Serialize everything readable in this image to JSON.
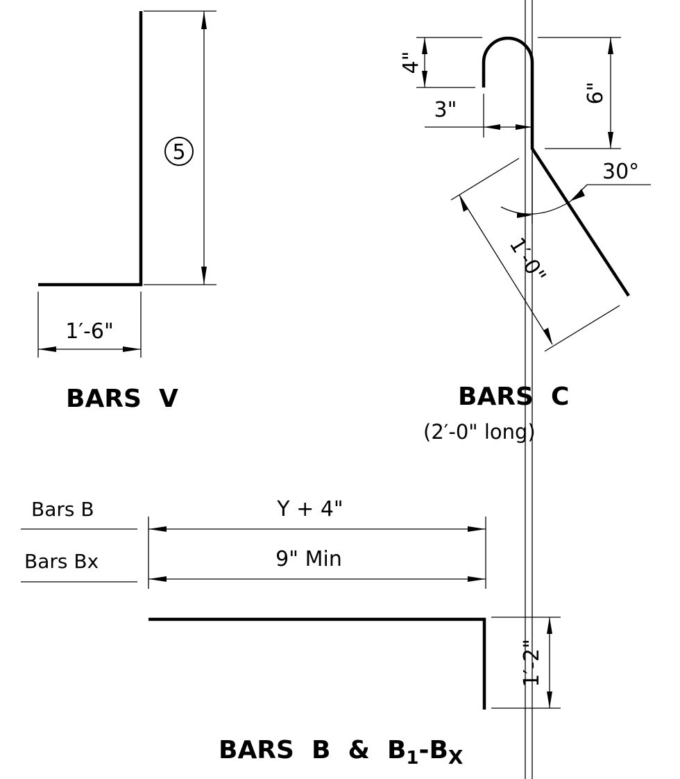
{
  "bars_v": {
    "height_mark": "5",
    "leg_dim": "1′-6\"",
    "title": "BARS  V"
  },
  "bars_c": {
    "hook_height_dim": "4\"",
    "hook_width_dim": "3\"",
    "straight_dim": "6\"",
    "angle_dim": "30°",
    "leg_dim": "1′-0\"",
    "title": "BARS  C",
    "subtitle": "(2′-0\" long)"
  },
  "bars_b": {
    "row_b_label": "Bars B",
    "row_b_dim": "Y + 4\"",
    "row_bx_label": "Bars Bx",
    "row_bx_dim": "9\" Min",
    "hook_dim": "1′-2\"",
    "title_main": "BARS  B  &  B",
    "title_sub1": "1",
    "title_dash": "-B",
    "title_subx": "X"
  }
}
